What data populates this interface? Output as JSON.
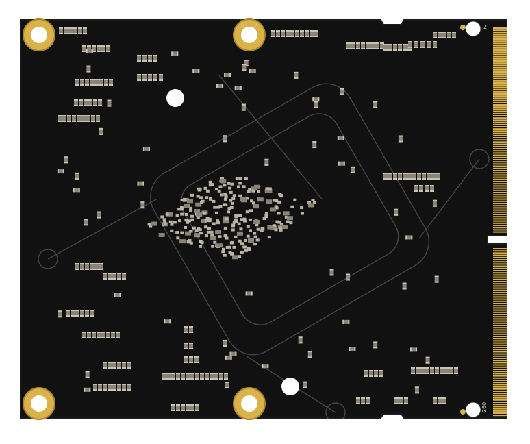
{
  "photo": {
    "subject": "computer-on-module-pcb-underside",
    "colors": {
      "background": "#ffffff",
      "board": "#111111",
      "board_edge": "#1c1c1c",
      "gold": "#d9b24a",
      "gold_dark": "#a9822a",
      "component": "#8a8478",
      "component_light": "#b9b3a6",
      "pad": "#c8c2b4",
      "watermark": "#ffffff"
    },
    "connector": {
      "pin_label_top": "2",
      "pin_label_bottom": "260"
    }
  }
}
